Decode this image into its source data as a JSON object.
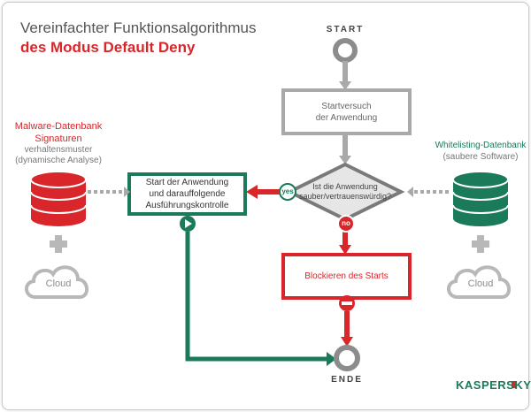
{
  "title": {
    "line1": "Vereinfachter Funktionsalgorithmus",
    "line2": "des Modus Default Deny"
  },
  "left_db": {
    "title_line1": "Malware-Datenbank",
    "title_line2": "Signaturen",
    "sub_line1": "verhaltensmuster",
    "sub_line2": "(dynamische Analyse)",
    "cloud": "Cloud"
  },
  "right_db": {
    "title": "Whitelisting-Datenbank",
    "sub": "(saubere Software)",
    "cloud": "Cloud"
  },
  "flow": {
    "start": "START",
    "end": "ENDE",
    "step1_line1": "Startversuch",
    "step1_line2": "der Anwendung",
    "decision_line1": "Ist die Anwendung",
    "decision_line2": "sauber/vertrauenswürdig?",
    "yes": "yes",
    "no": "no",
    "run_line1": "Start der Anwendung",
    "run_line2": "und darauffolgende",
    "run_line3": "Ausführungskontrolle",
    "block": "Blockieren des Starts"
  },
  "brand": "KASPERSKY",
  "colors": {
    "red": "#d8262b",
    "green": "#1a7a5a",
    "gray": "#a9a9a9"
  }
}
